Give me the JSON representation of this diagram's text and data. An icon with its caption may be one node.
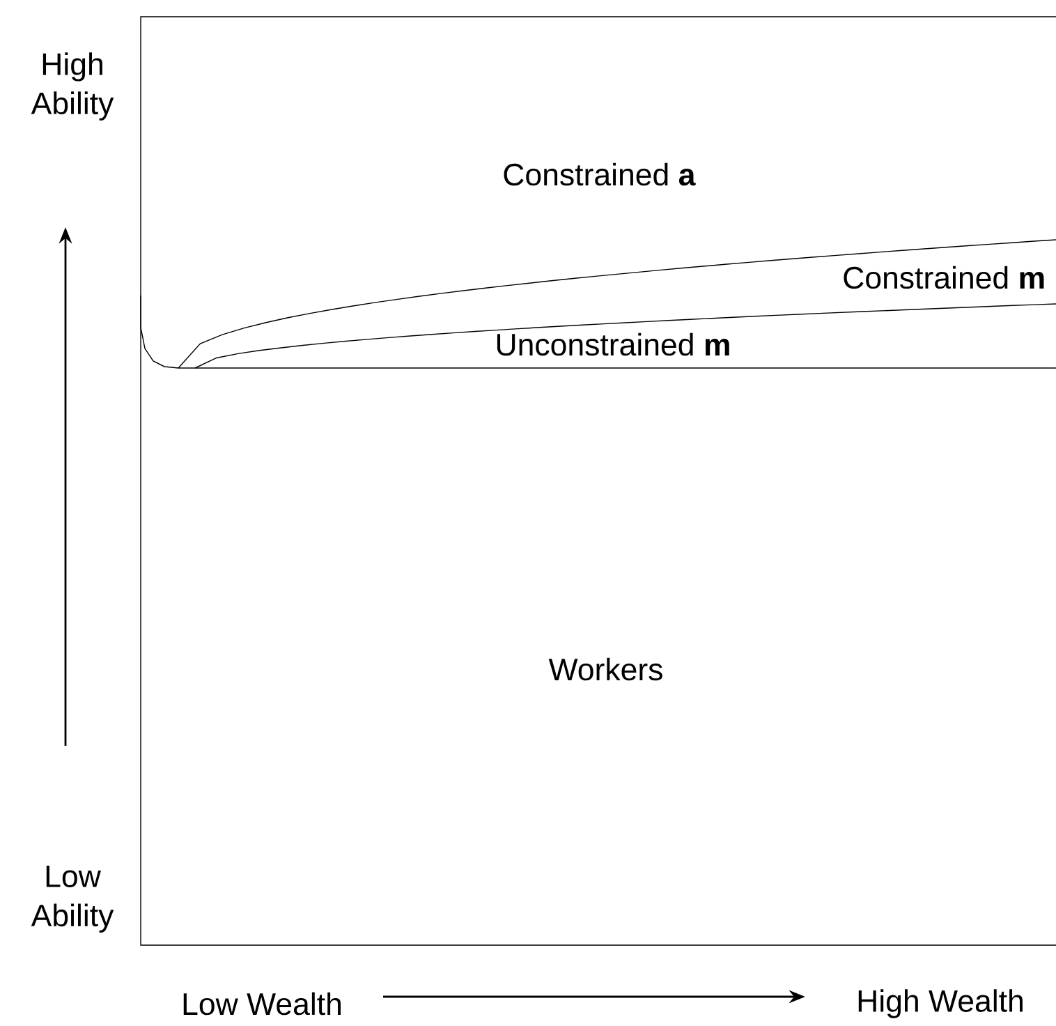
{
  "diagram": {
    "labels": [
      "High Ability",
      "Constrained **a**",
      "Constrained **m**",
      "Unconstrained **m**",
      "Workers",
      "Low Ability",
      "Low Wealth",
      "High Wealth"
    ]
  }
}
